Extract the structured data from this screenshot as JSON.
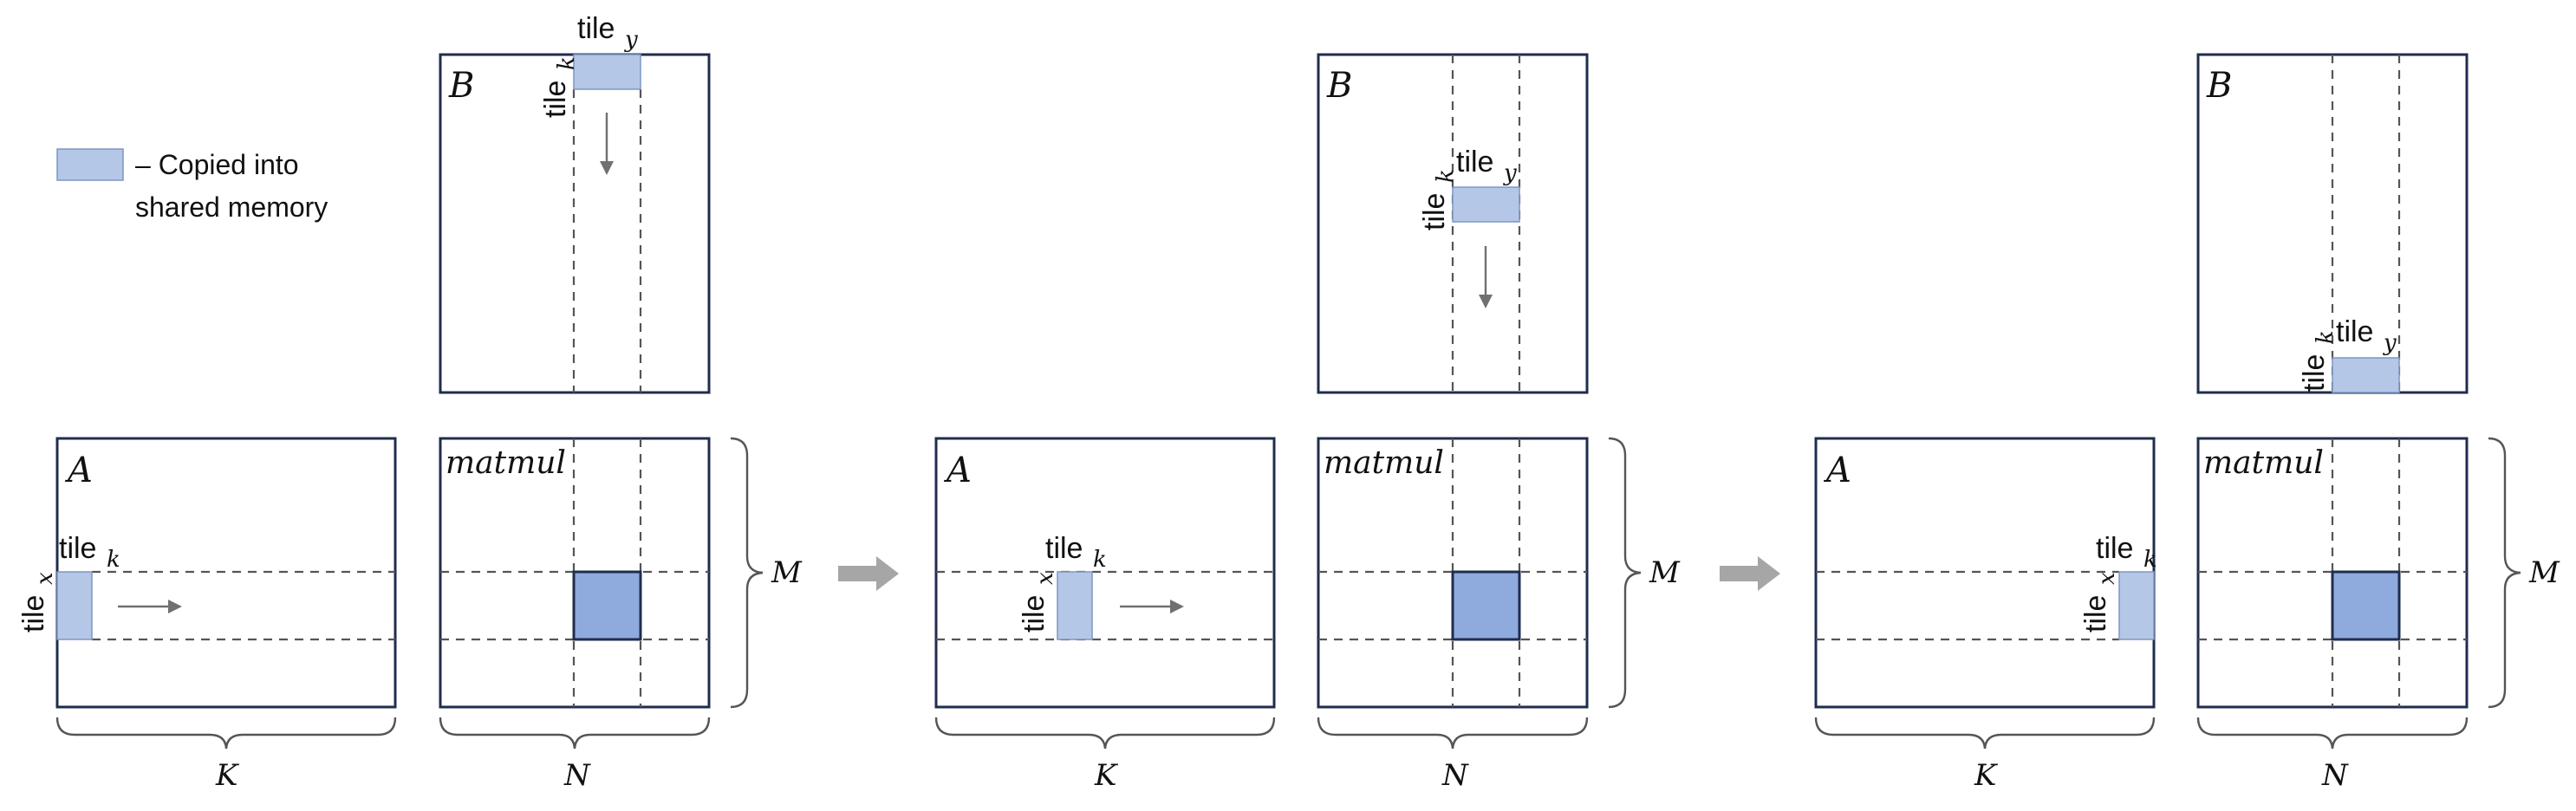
{
  "legend": {
    "text_line1": "– Copied into",
    "text_line2": "shared memory",
    "swatch_color": "#b4c7e7"
  },
  "colors": {
    "tile_fill": "#b4c7e7",
    "result_fill": "#8faadc",
    "frame": "#1f2d4e",
    "step_arrow": "#a6a6a6"
  },
  "labels": {
    "A": "A",
    "B": "B",
    "matmul": "matmul",
    "M": "M",
    "N": "N",
    "K": "K",
    "tile_base": "tile",
    "sub_x": "x",
    "sub_y": "y",
    "sub_k": "k"
  },
  "panels": [
    {
      "step": 1,
      "a_tile_position": "left edge",
      "b_tile_position": "top edge"
    },
    {
      "step": 2,
      "a_tile_position": "middle",
      "b_tile_position": "middle"
    },
    {
      "step": 3,
      "a_tile_position": "right edge",
      "b_tile_position": "bottom edge"
    }
  ]
}
